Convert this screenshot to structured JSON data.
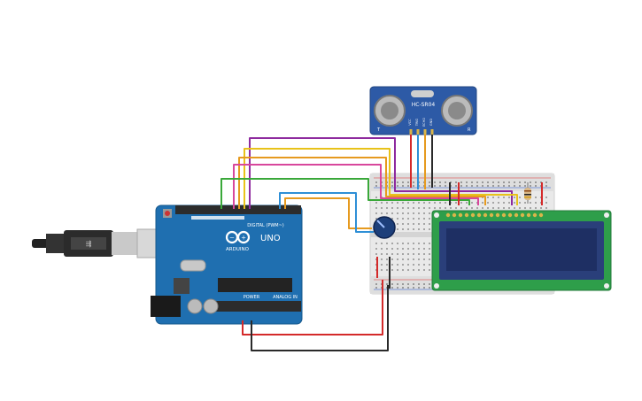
{
  "components": {
    "arduino": {
      "model_label": "UNO",
      "brand_label": "ARDUINO",
      "digital_header_label": "DIGITAL (PWM~)",
      "power_label": "POWER",
      "analog_label": "ANALOG IN"
    },
    "sensor": {
      "label": "HC-SR04",
      "left_mark": "T",
      "right_mark": "R",
      "pin_labels": [
        "VCC",
        "TRIG",
        "ECHO",
        "GND"
      ]
    },
    "lcd": {},
    "potentiometer": {},
    "breadboard": {},
    "resistor": {},
    "usb_cable": {}
  },
  "colors": {
    "arduino_board": "#1f6fb0",
    "lcd_board": "#2e9e4a",
    "lcd_screen": "#1e2f63",
    "sensor_board": "#2d5aa6",
    "breadboard": "#e6e6e6",
    "wire_purple": "#8e2a9e",
    "wire_orange": "#e69a1f",
    "wire_yellow": "#e8c21a",
    "wire_pink": "#d8479c",
    "wire_green": "#3aa83a",
    "wire_blue": "#2e8fd6",
    "wire_red": "#d42a2a",
    "wire_black": "#2a2a2a"
  }
}
